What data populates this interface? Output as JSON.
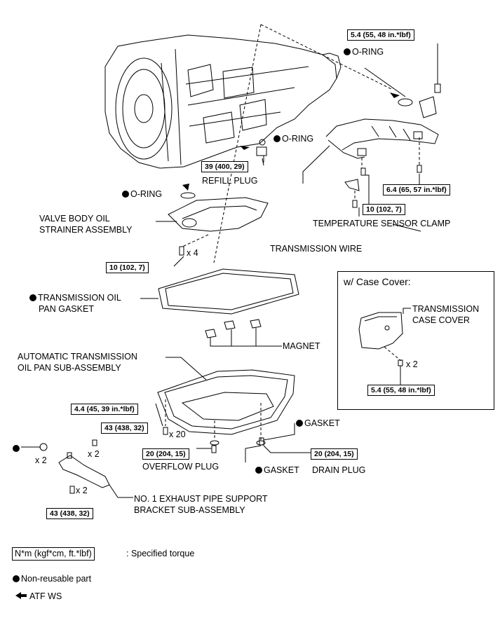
{
  "torques": {
    "t1": "5.4 (55, 48 in.*lbf)",
    "t2": "39 (400, 29)",
    "t3": "6.4 (65, 57 in.*lbf)",
    "t4": "10 (102, 7)",
    "t5": "10 (102, 7)",
    "t6": "4.4 (45, 39 in.*lbf)",
    "t7": "43 (438, 32)",
    "t8": "20 (204, 15)",
    "t9": "20 (204, 15)",
    "t10": "43 (438, 32)",
    "t11": "5.4 (55, 48 in.*lbf)"
  },
  "labels": {
    "oring1": "O-RING",
    "oring2": "O-RING",
    "oring3": "O-RING",
    "refill_plug": "REFILL PLUG",
    "valve_body_1": "VALVE BODY OIL",
    "valve_body_2": "STRAINER ASSEMBLY",
    "temp_clamp": "TEMPERATURE SENSOR CLAMP",
    "trans_wire": "TRANSMISSION WIRE",
    "pan_gasket_1": "TRANSMISSION OIL",
    "pan_gasket_2": "PAN GASKET",
    "magnet": "MAGNET",
    "pan_sub_1": "AUTOMATIC TRANSMISSION",
    "pan_sub_2": "OIL PAN SUB-ASSEMBLY",
    "gasket1": "GASKET",
    "gasket2": "GASKET",
    "overflow": "OVERFLOW PLUG",
    "drain": "DRAIN PLUG",
    "bracket_1": "NO. 1 EXHAUST PIPE SUPPORT",
    "bracket_2": "BRACKET SUB-ASSEMBLY",
    "case_cover_title": "w/ Case Cover:",
    "case_cover_1": "TRANSMISSION",
    "case_cover_2": "CASE COVER"
  },
  "qty": {
    "q1": "x 4",
    "q2": "x 20",
    "q3": "x 2",
    "q4": "x 2",
    "q5": "x 2",
    "q6": "x 2"
  },
  "legend": {
    "torque_unit": "N*m (kgf*cm, ft.*lbf)",
    "torque_desc": ": Specified torque",
    "nonreusable": "Non-reusable part",
    "atf": "ATF WS"
  }
}
